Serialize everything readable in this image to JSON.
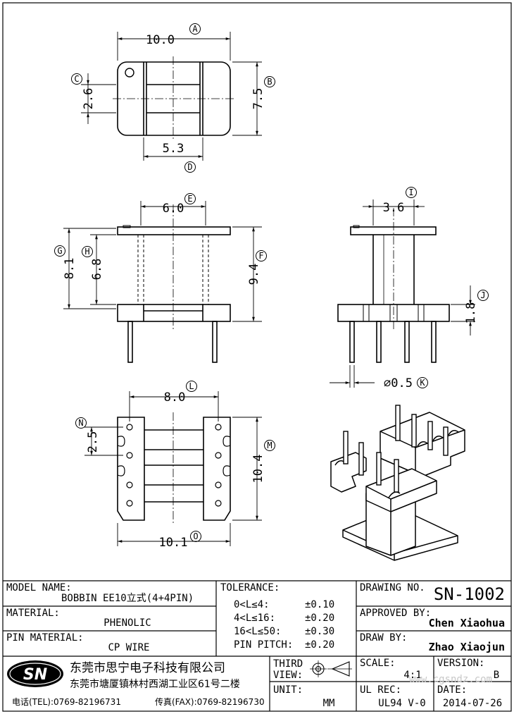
{
  "dimensions": {
    "A": {
      "letter": "A",
      "value": "10.0"
    },
    "B": {
      "letter": "B",
      "value": "7.5"
    },
    "C": {
      "letter": "C",
      "value": "2.6"
    },
    "D": {
      "letter": "D",
      "value": "5.3"
    },
    "E": {
      "letter": "E",
      "value": "6.0"
    },
    "F": {
      "letter": "F",
      "value": "9.4"
    },
    "G": {
      "letter": "G",
      "value": "8.1"
    },
    "H": {
      "letter": "H",
      "value": "6.8"
    },
    "I": {
      "letter": "I",
      "value": "3.6"
    },
    "J": {
      "letter": "J",
      "value": "1.8"
    },
    "K": {
      "letter": "K",
      "value": "⌀0.5"
    },
    "L": {
      "letter": "L",
      "value": "8.0"
    },
    "M": {
      "letter": "M",
      "value": "10.4"
    },
    "N": {
      "letter": "N",
      "value": "2.5"
    },
    "O": {
      "letter": "O",
      "value": "10.1"
    }
  },
  "title_block": {
    "model_label": "MODEL NAME:",
    "model_value": "BOBBIN EE10立式(4+4PIN)",
    "material_label": "MATERIAL:",
    "material_value": "PHENOLIC",
    "pin_material_label": "PIN MATERIAL:",
    "pin_material_value": "CP WIRE",
    "tolerance_label": "TOLERANCE:",
    "tolerances": [
      {
        "range": "0<L≤4:",
        "value": "±0.10"
      },
      {
        "range": "4<L≤16:",
        "value": "±0.20"
      },
      {
        "range": "16<L≤50:",
        "value": "±0.30"
      },
      {
        "range": "PIN PITCH:",
        "value": "±0.20"
      }
    ],
    "drawing_no_label": "DRAWING NO.",
    "drawing_no_value": "SN-1002",
    "approved_label": "APPROVED BY:",
    "approved_value": "Chen Xiaohua",
    "draw_label": "DRAW BY:",
    "draw_value": "Zhao Xiaojun",
    "logo_text": "SN",
    "company_name": "东莞市思宁电子科技有限公司",
    "company_address": "东莞市塘厦镇林村西湖工业区61号二楼",
    "tel": "电话(TEL):0769-82196731",
    "fax": "传真(FAX):0769-82196730",
    "third_view_label_1": "THIRD",
    "third_view_label_2": "VIEW:",
    "unit_label": "UNIT:",
    "unit_value": "MM",
    "scale_label": "SCALE:",
    "scale_value": "4:1",
    "version_label": "VERSION:",
    "version_value": "B",
    "ul_label": "UL REC:",
    "ul_value": "UL94 V-0",
    "date_label": "DATE:",
    "date_value": "2014-07-26",
    "watermark": "www.cgsndz.com"
  }
}
